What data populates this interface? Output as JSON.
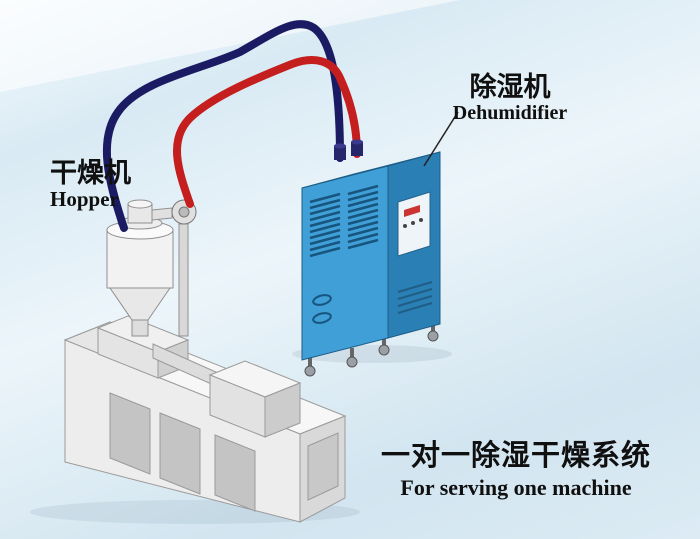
{
  "labels": {
    "hopper": {
      "cn": "干燥机",
      "en": "Hopper"
    },
    "dehumidifier": {
      "cn": "除湿机",
      "en": "Dehumidifier"
    },
    "caption": {
      "cn": "一对一除湿干燥系统",
      "en": "For serving one machine"
    }
  },
  "colors": {
    "pipe_red": "#c41e1e",
    "pipe_navy": "#1b1b63",
    "cabinet_front": "#3f9fd6",
    "cabinet_side": "#2a7fb5",
    "cabinet_top": "#7dc3e8",
    "cabinet_vent": "#17557f",
    "connector_dark": "#26266b"
  }
}
